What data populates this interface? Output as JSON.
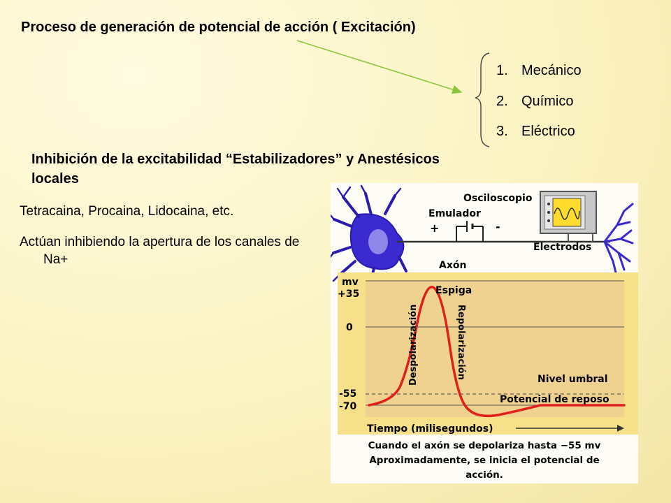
{
  "title": "Proceso de generación de potencial de acción ( Excitación)",
  "list": [
    {
      "num": "1.",
      "label": "Mecánico"
    },
    {
      "num": "2.",
      "label": "Químico"
    },
    {
      "num": "3.",
      "label": "Eléctrico"
    }
  ],
  "inhibition_heading": "Inhibición de la excitabilidad “Estabilizadores” y Anestésicos locales",
  "drugs_text": "Tetracaina, Procaina, Lidocaina, etc.",
  "mechanism_text": "Actúan inhibiendo la apertura de los canales de Na+",
  "figure": {
    "oscilloscope": "Osciloscopio",
    "emulator": "Emulador",
    "plus": "+",
    "minus": "-",
    "electrodes": "Electrodos",
    "axon": "Axón",
    "unit": "mv",
    "tick_35": "+35",
    "tick_0": "0",
    "tick_m55": "-55",
    "tick_m70": "-70",
    "spike": "Espiga",
    "depolarization": "Despolarización",
    "repolarization": "Repolarización",
    "threshold": "Nivel umbral",
    "resting": "Potencial de reposo",
    "time_axis": "Tiempo (milisegundos)",
    "caption_1": "Cuando el axón se depolariza hasta −55 mv",
    "caption_2": "Aproximadamente, se inicia el potencial de",
    "caption_3": "acción."
  },
  "colors": {
    "trace": "#e0201c",
    "arrow": "#8cc63f",
    "neuron": "#3a2ad0",
    "plot_bg": "#f0d290"
  }
}
